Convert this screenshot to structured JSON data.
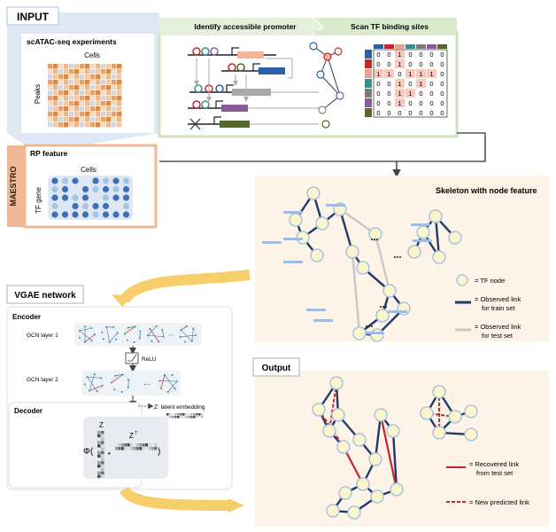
{
  "input": {
    "title": "INPUT",
    "scatac_title": "scATAC-seq experiments",
    "cells_label": "Cells",
    "peaks_label": "Peaks",
    "promoter_title": "Identify accessible promoter",
    "scan_title": "Scan TF binding sites",
    "tf_matrix": [
      [
        "0",
        "0",
        "1",
        "0",
        "0",
        "0",
        "0"
      ],
      [
        "0",
        "0",
        "1",
        "0",
        "0",
        "0",
        "0"
      ],
      [
        "1",
        "1",
        "0",
        "1",
        "1",
        "1",
        "0"
      ],
      [
        "0",
        "0",
        "1",
        "0",
        "1",
        "0",
        "0"
      ],
      [
        "0",
        "0",
        "1",
        "1",
        "0",
        "0",
        "0"
      ],
      [
        "0",
        "0",
        "1",
        "0",
        "0",
        "0",
        "0"
      ],
      [
        "0",
        "0",
        "0",
        "0",
        "0",
        "0",
        "0"
      ]
    ],
    "tf_colors": [
      "#2f5fa5",
      "#c0282d",
      "#e8a090",
      "#3a8f8a",
      "#7a7a7a",
      "#8a5a9a",
      "#55682e"
    ]
  },
  "maestro": {
    "label": "MAESTRO",
    "rp_title": "RP feature",
    "cells_label": "Cells",
    "tf_gene_label": "TF gene"
  },
  "skeleton": {
    "title": "Skeleton with node feature",
    "legend_node": "= TF node",
    "legend_train_1": "= Observed link",
    "legend_train_2": "for train set",
    "legend_test_1": "= Observed link",
    "legend_test_2": "for test set"
  },
  "vgae": {
    "title": "VGAE network",
    "encoder": "Encoder",
    "gcn1": "GCN layer 1",
    "relu": "ReLU",
    "gcn2": "GCN layer 2",
    "decoder": "Decoder",
    "latent": "Z: latent embedding",
    "z": "Z",
    "zt": "Z",
    "zt_sup": "T",
    "phi": "Φ(",
    "close": ")",
    "dot": "•",
    "ellipsis": "···"
  },
  "output": {
    "title": "Output",
    "legend_recovered_1": "= Recovered link",
    "legend_recovered_2": "from test set",
    "legend_new": "= New predicted link"
  },
  "colors": {
    "input_bg": "#dde8f4",
    "green_bg": "#e6f1dd",
    "green_border": "#b7d7a3",
    "orange_border": "#f0b895",
    "peach_bg": "#fdf3e6",
    "node_fill": "#fbf5cc",
    "node_stroke": "#a9c4e2",
    "train_link": "#1f3a6b",
    "test_link": "#c8c8c8",
    "red_link": "#c0282d",
    "arrow_yellow": "#f6cf6a"
  }
}
